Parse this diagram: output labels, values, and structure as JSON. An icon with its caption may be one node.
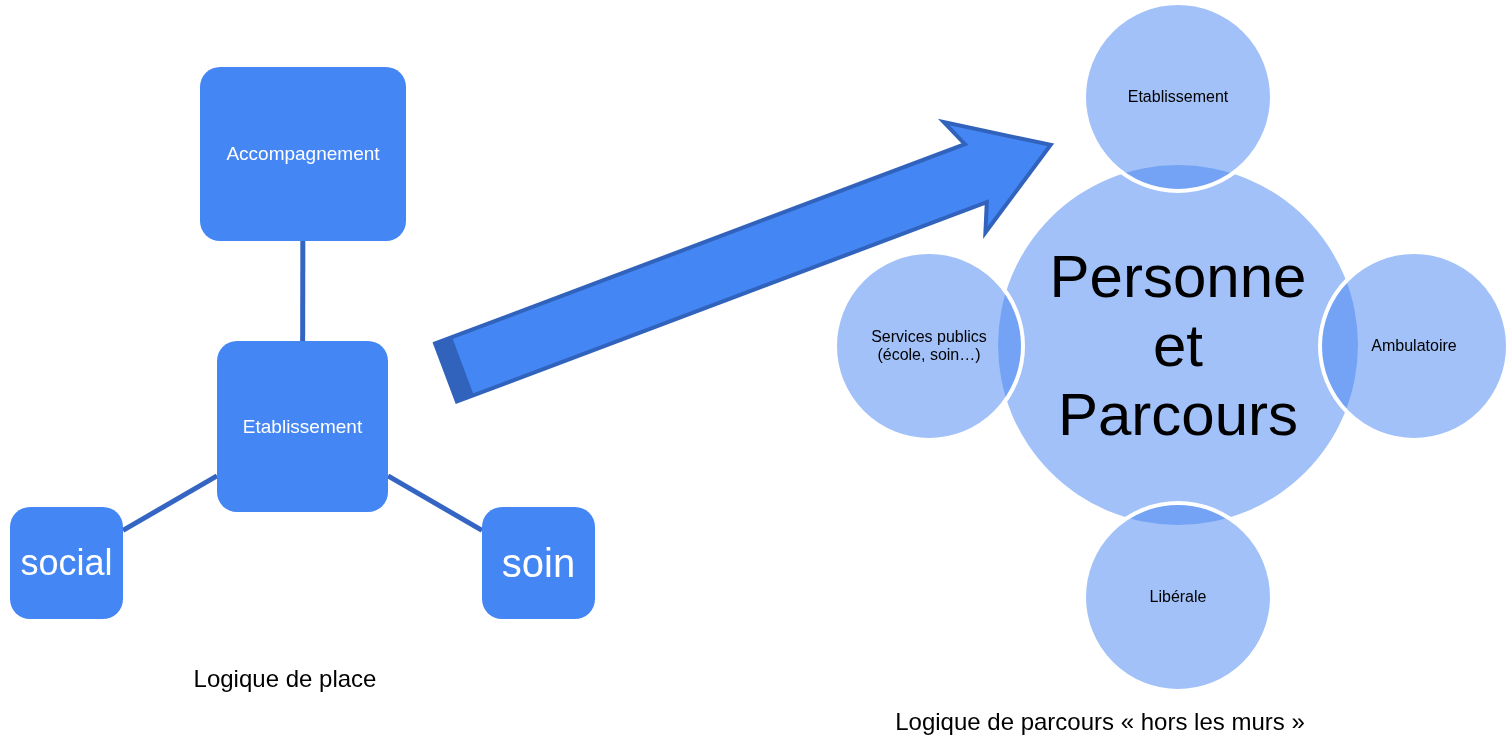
{
  "diagram": {
    "nodes": [
      {
        "text": [
          "Accompagnement"
        ]
      },
      {
        "text": [
          "Etablissement"
        ]
      },
      {
        "text": [
          "social"
        ]
      },
      {
        "text": [
          "soin"
        ]
      },
      {
        "text": [
          "Etablissement"
        ]
      },
      {
        "text": [
          "Services publics (école, soin…)"
        ]
      },
      {
        "text": [
          "Personne et Parcours"
        ]
      },
      {
        "text": [
          "Ambulatoire"
        ]
      },
      {
        "text": [
          "Libérale"
        ]
      }
    ],
    "edges": [
      {
        "from": 0,
        "to": 1,
        "arrow": "none"
      },
      {
        "from": 1,
        "to": 2,
        "arrow": "none"
      },
      {
        "from": 1,
        "to": 3,
        "arrow": "none"
      },
      {
        "from": 1,
        "to": 4,
        "arrow": "to",
        "style": "thick"
      }
    ],
    "labels": [
      "Logique de place",
      "Logique de parcours « hors les murs »"
    ]
  }
}
